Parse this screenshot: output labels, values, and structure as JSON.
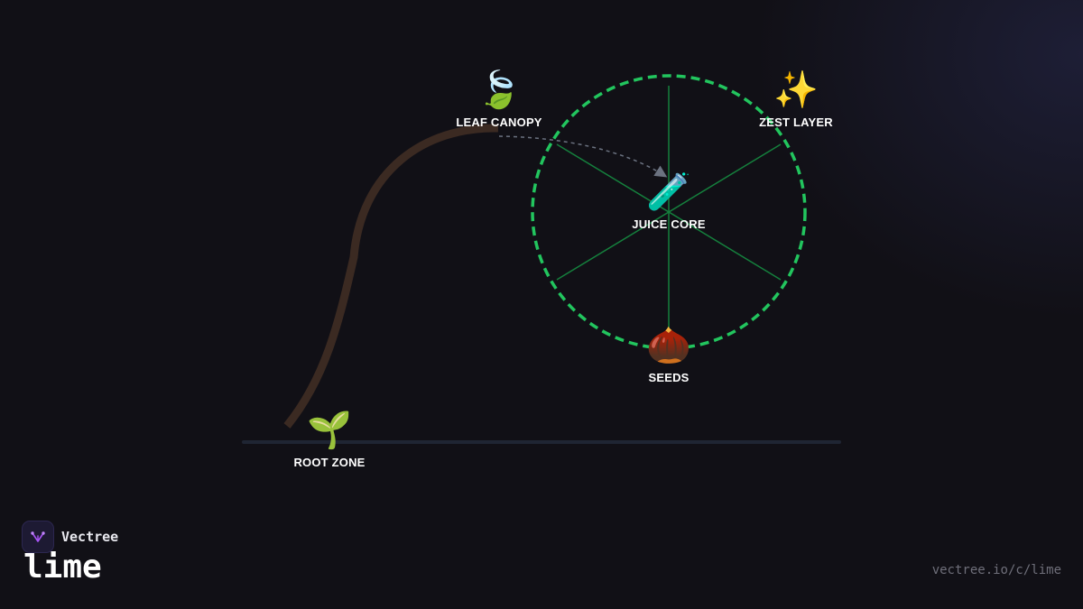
{
  "diagram": {
    "nodes": {
      "leaf_canopy": {
        "label": "LEAF CANOPY",
        "emoji": "🍃",
        "icon": "leaf-fluttering-icon"
      },
      "zest_layer": {
        "label": "ZEST LAYER",
        "emoji": "✨",
        "icon": "sparkles-icon"
      },
      "juice_core": {
        "label": "JUICE CORE",
        "emoji": "🧪",
        "icon": "test-tube-icon"
      },
      "seeds": {
        "label": "SEEDS",
        "emoji": "🌰",
        "icon": "chestnut-icon"
      },
      "root_zone": {
        "label": "ROOT ZONE",
        "emoji": "🌱",
        "icon": "seedling-icon"
      }
    },
    "colors": {
      "background": "#111016",
      "ring": "#22c55e",
      "spokes": "#15803d",
      "stem": "#3b2a22",
      "ground": "#1f2533",
      "arrow": "#6b7280"
    }
  },
  "brand": {
    "name": "Vectree",
    "slug": "lime",
    "url": "vectree.io/c/lime"
  }
}
